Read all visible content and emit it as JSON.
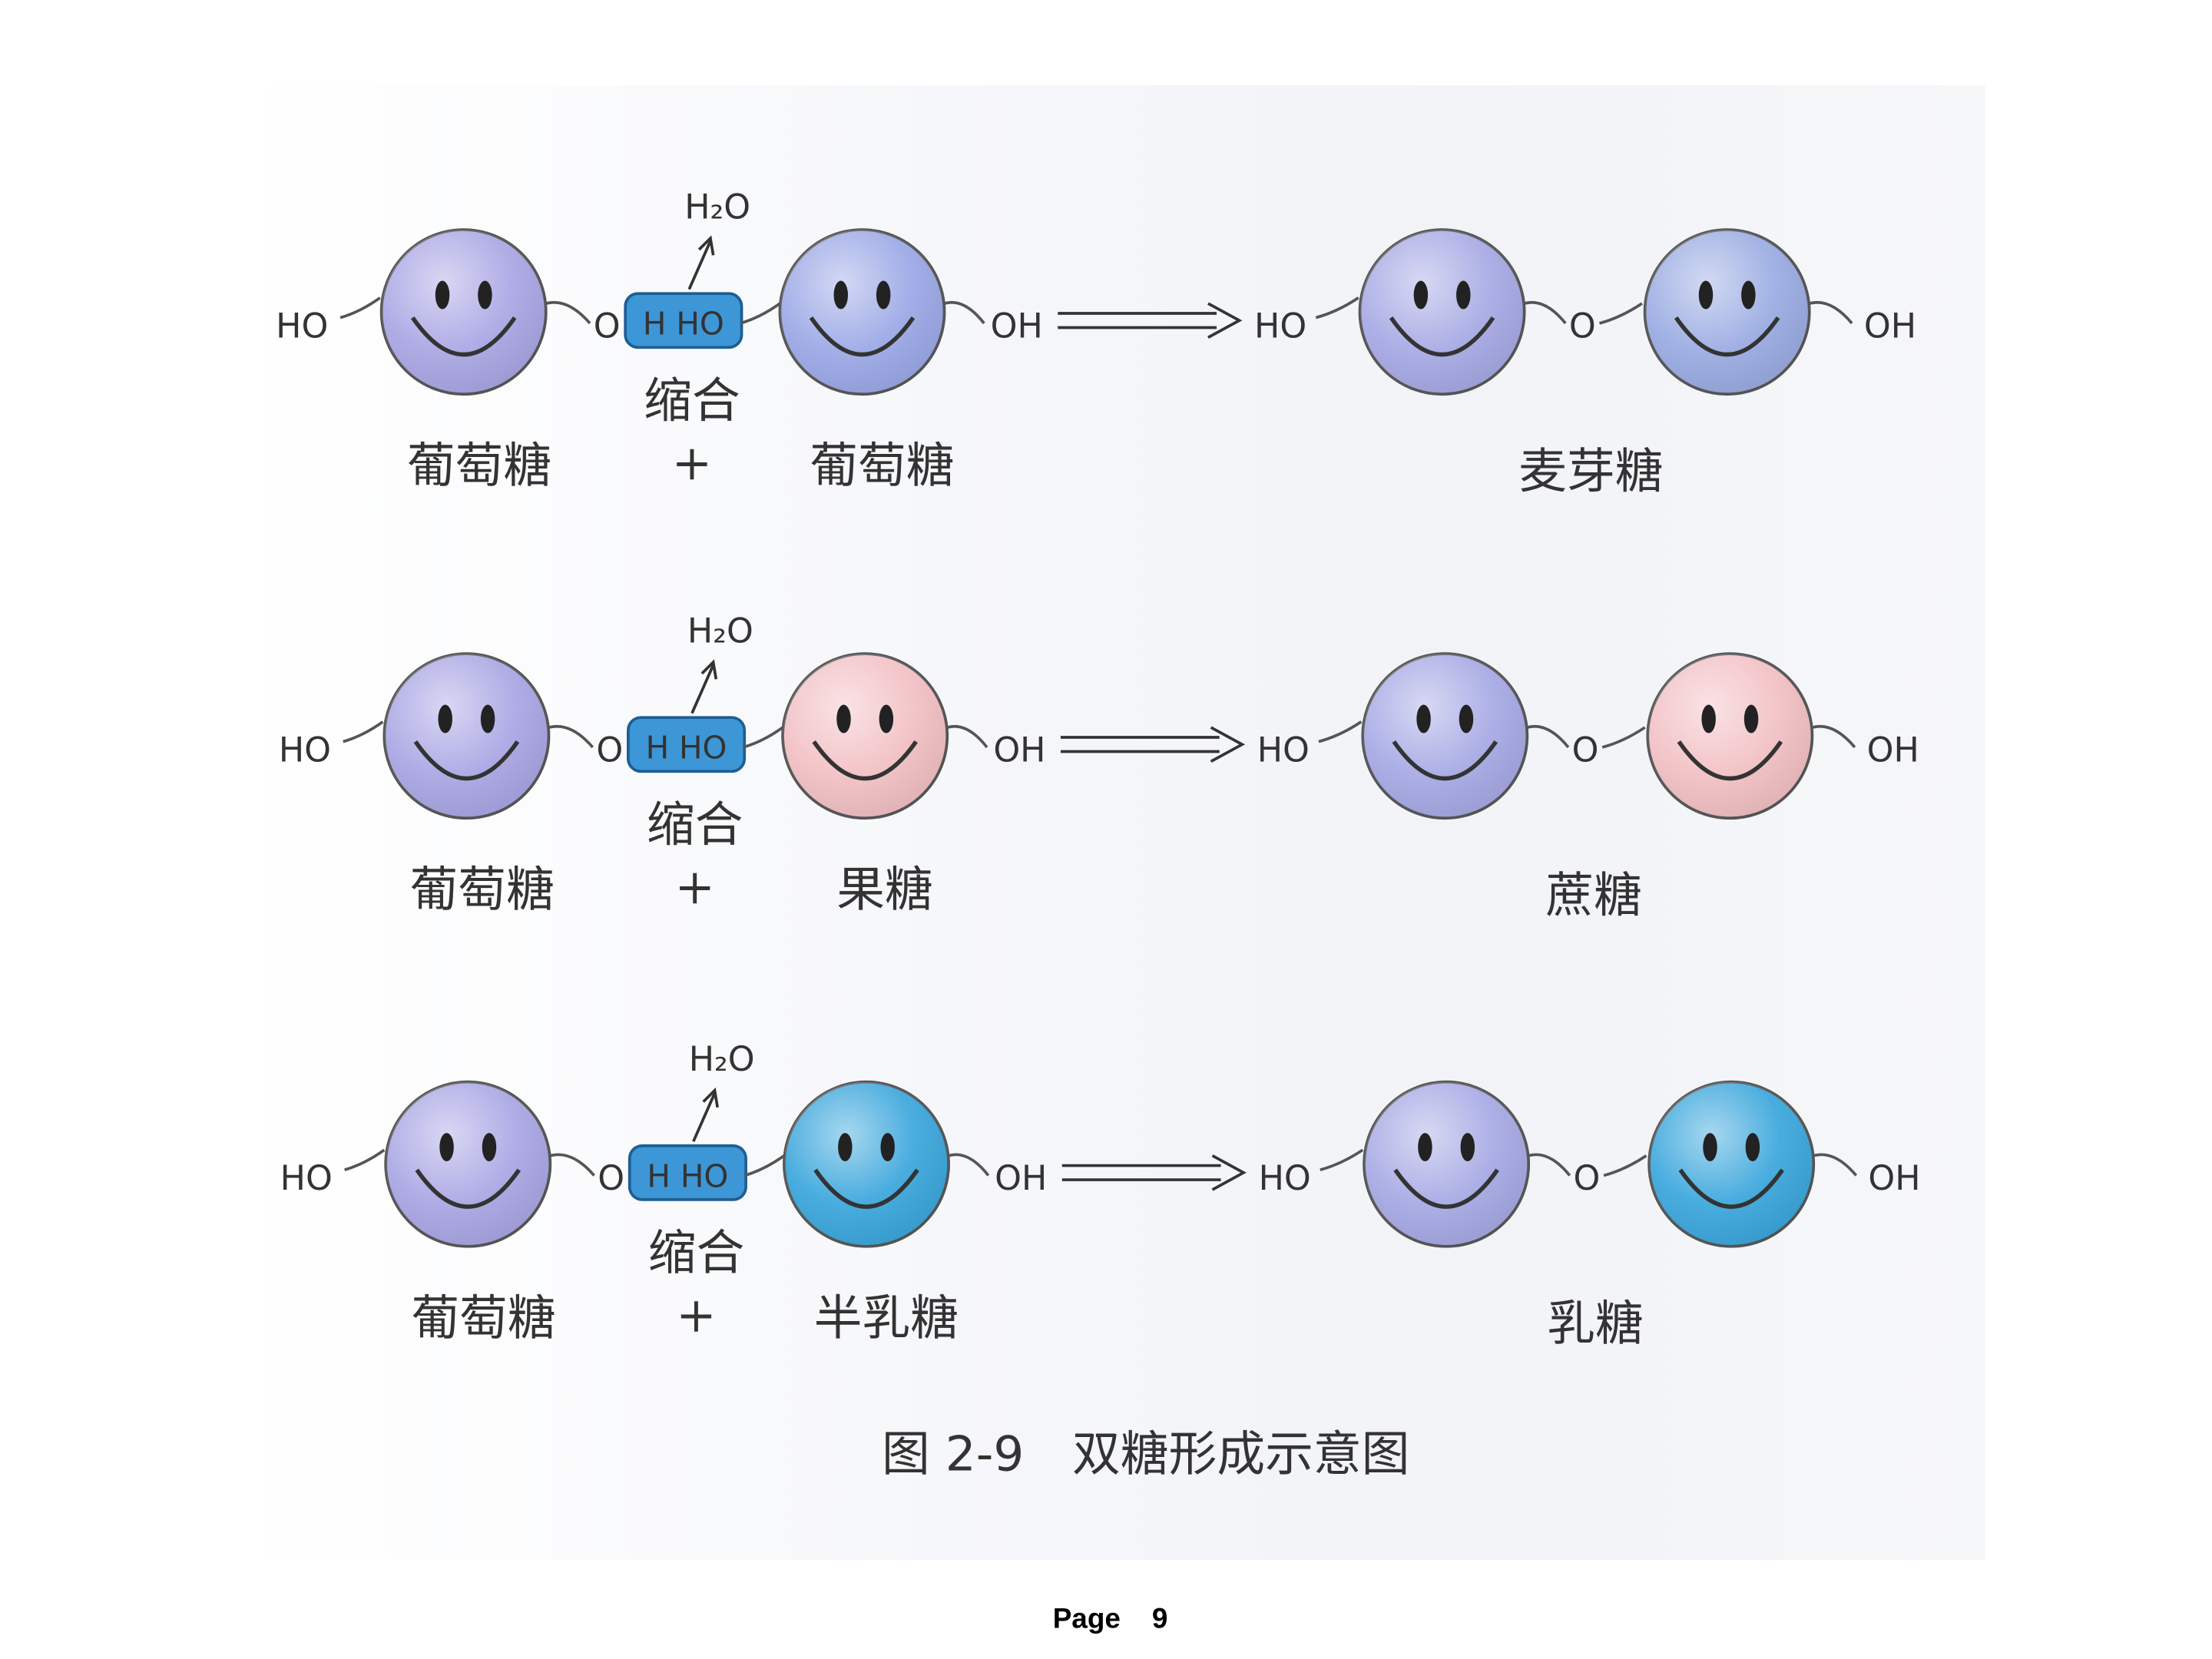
{
  "labels": {
    "hydroxyl": "HO",
    "hydroxyl_right": "OH",
    "oxygen": "O",
    "water_box": "H HO",
    "water_product": "H₂O",
    "condense": "缩合",
    "plus": "+"
  },
  "reactions": [
    {
      "reactant_a": "葡萄糖",
      "reactant_b": "葡萄糖",
      "product": "麦芽糖",
      "colors": {
        "a": "#a9a6e4",
        "b": "#9ba8e6",
        "p1": "#a6a9e4",
        "p2": "#9aabe2"
      }
    },
    {
      "reactant_a": "葡萄糖",
      "reactant_b": "果糖",
      "product": "蔗糖",
      "colors": {
        "a": "#a9a6e4",
        "b": "#f2c0c4",
        "p1": "#a6a9e4",
        "p2": "#f2c0c4"
      }
    },
    {
      "reactant_a": "葡萄糖",
      "reactant_b": "半乳糖",
      "product": "乳糖",
      "colors": {
        "a": "#a9a6e4",
        "b": "#3aa6dc",
        "p1": "#a6a9e4",
        "p2": "#3aa6dc"
      }
    }
  ],
  "caption": "图 2-9　双糖形成示意图",
  "footer": "Page    9",
  "theme": {
    "box": "#3d97d6",
    "stroke": "#555555"
  }
}
